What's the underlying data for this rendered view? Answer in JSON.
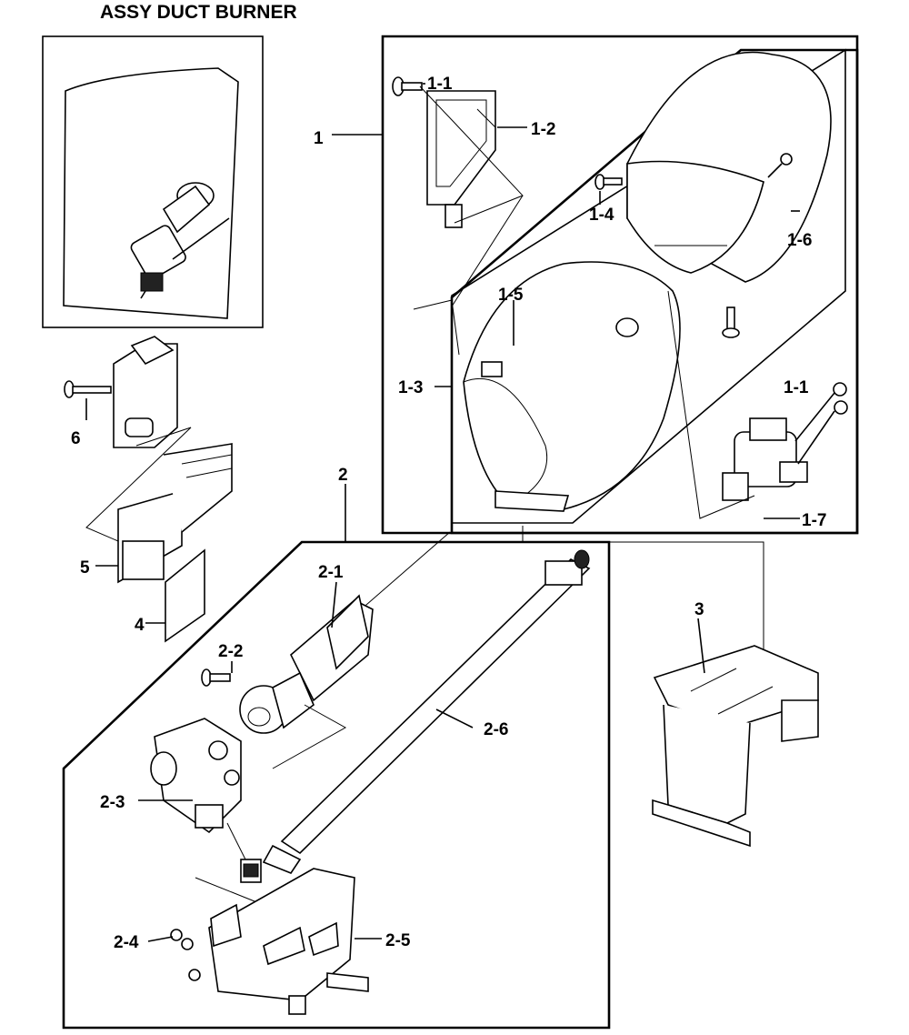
{
  "title": "ASSY DUCT BURNER",
  "labels": {
    "p1": "1",
    "p1_1a": "1-1",
    "p1_2": "1-2",
    "p1_3": "1-3",
    "p1_4": "1-4",
    "p1_5": "1-5",
    "p1_6": "1-6",
    "p1_1b": "1-1",
    "p1_7": "1-7",
    "p2": "2",
    "p2_1": "2-1",
    "p2_2": "2-2",
    "p2_3": "2-3",
    "p2_4": "2-4",
    "p2_5": "2-5",
    "p2_6": "2-6",
    "p3": "3",
    "p4": "4",
    "p5": "5",
    "p6": "6"
  },
  "icons": [
    "overview-thumbnail",
    "duct-cylinder",
    "burner-tube",
    "gas-valve",
    "bracket",
    "igniter",
    "screw"
  ]
}
